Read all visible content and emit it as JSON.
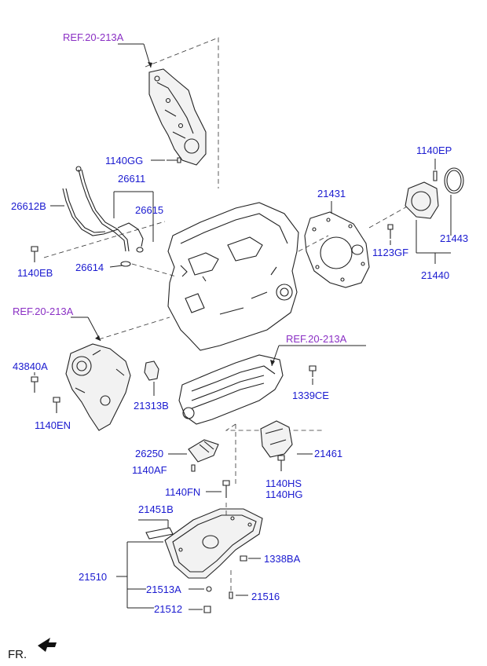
{
  "refs": {
    "ref_top": "REF.20-213A",
    "ref_left": "REF.20-213A",
    "ref_right": "REF.20-213A"
  },
  "labels": {
    "p1140GG": "1140GG",
    "p26611": "26611",
    "p26612B": "26612B",
    "p26615": "26615",
    "p1140EB": "1140EB",
    "p26614": "26614",
    "p1140EP": "1140EP",
    "p21431": "21431",
    "p21443": "21443",
    "p1123GF": "1123GF",
    "p21440": "21440",
    "p43840A": "43840A",
    "p21313B": "21313B",
    "p1140EN": "1140EN",
    "p1339CE": "1339CE",
    "p26250": "26250",
    "p1140AF": "1140AF",
    "p21461": "21461",
    "p1140HS": "1140HS",
    "p1140HG": "1140HG",
    "p1140FN": "1140FN",
    "p21451B": "21451B",
    "p1338BA": "1338BA",
    "p21510": "21510",
    "p21513A": "21513A",
    "p21516": "21516",
    "p21512": "21512"
  },
  "direction": {
    "fr": "FR."
  },
  "colors": {
    "label": "#1a1ad0",
    "reference": "#8a2fc4",
    "line": "#222222"
  }
}
